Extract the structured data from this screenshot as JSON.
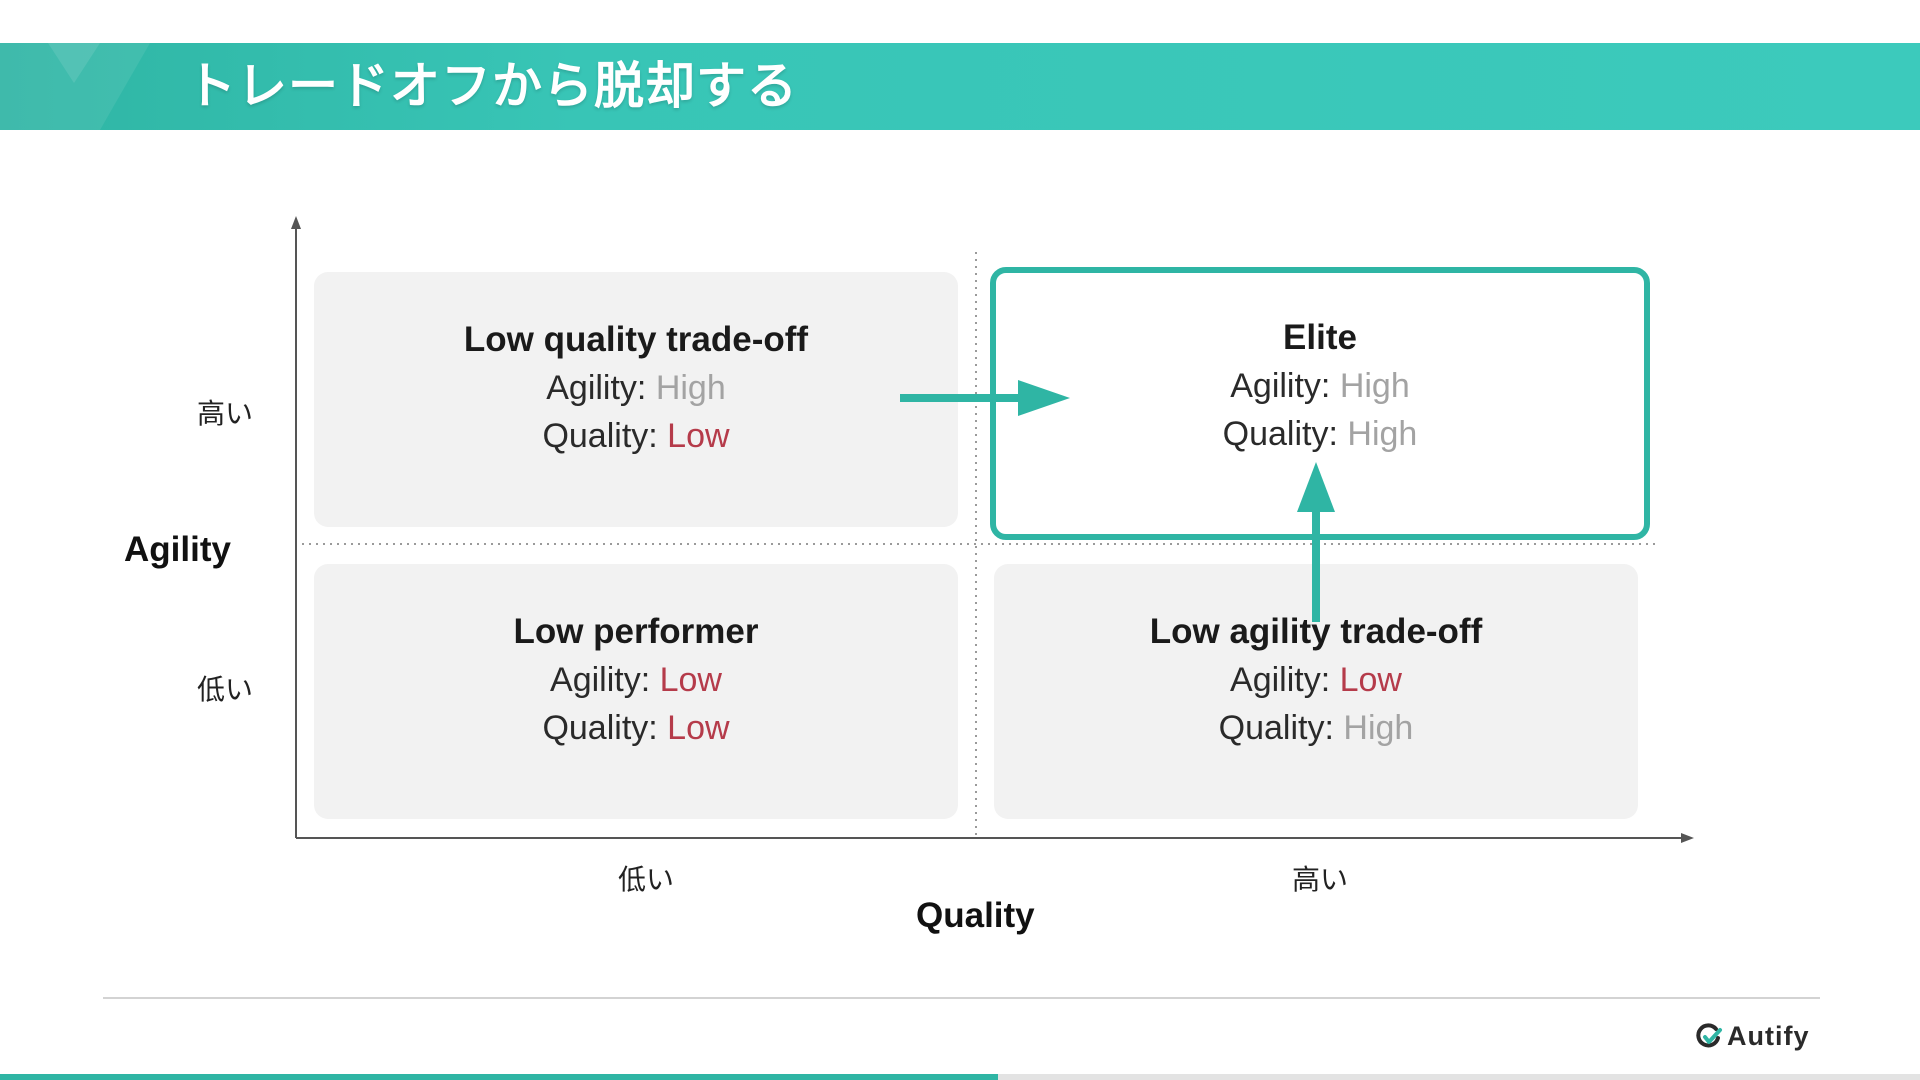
{
  "slide": {
    "title": "トレードオフから脱却する",
    "accent_color": "#2fb5a4",
    "low_color": "#b53b4a",
    "high_color": "#a3a3a3"
  },
  "axes": {
    "y_label": "Agility",
    "x_label": "Quality",
    "y_ticks": {
      "high": "高い",
      "low": "低い"
    },
    "x_ticks": {
      "low": "低い",
      "high": "高い"
    }
  },
  "quadrants": {
    "top_left": {
      "title": "Low quality trade-off",
      "agility_label": "Agility:",
      "agility_value": "High",
      "quality_label": "Quality:",
      "quality_value": "Low"
    },
    "top_right": {
      "title": "Elite",
      "agility_label": "Agility:",
      "agility_value": "High",
      "quality_label": "Quality:",
      "quality_value": "High"
    },
    "bottom_left": {
      "title": "Low performer",
      "agility_label": "Agility:",
      "agility_value": "Low",
      "quality_label": "Quality:",
      "quality_value": "Low"
    },
    "bottom_right": {
      "title": "Low agility trade-off",
      "agility_label": "Agility:",
      "agility_value": "Low",
      "quality_label": "Quality:",
      "quality_value": "High"
    }
  },
  "footer": {
    "logo_text": "Autify",
    "logo_icon": "autify-logo-icon",
    "progress_fraction": 0.52
  }
}
